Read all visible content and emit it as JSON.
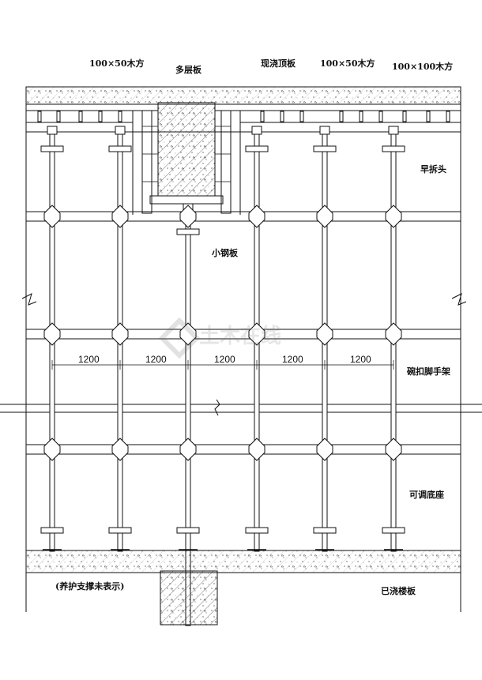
{
  "labels": {
    "timber_100x50_left": "100×50木方",
    "plywood": "多层板",
    "slab_formwork": "现浇顶板",
    "timber_100x50_right": "100×50木方",
    "timber_100x100": "100×100木方",
    "early_strip_head": "早拆头",
    "small_steel_plate": "小钢板",
    "scaffold": "碗扣脚手架",
    "adjustable_base": "可调底座",
    "support_note": "(养护支撑未表示)",
    "poured_floor": "已浇楼板"
  },
  "dimensions": [
    "1200",
    "1200",
    "1200",
    "1200",
    "1200"
  ],
  "watermark": "土木在线"
}
